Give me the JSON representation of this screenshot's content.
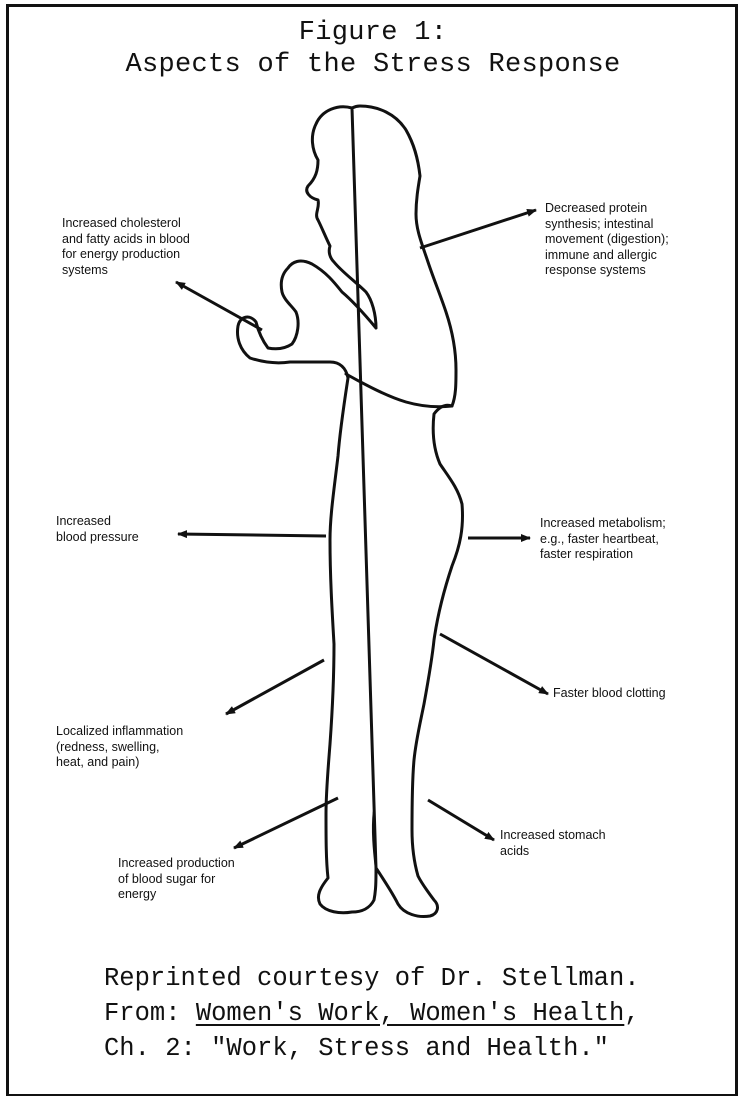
{
  "title": {
    "line1": "Figure 1:",
    "line2": "Aspects of the Stress Response"
  },
  "labels": {
    "cholesterol": "Increased cholesterol\nand fatty acids in blood\nfor energy production\nsystems",
    "protein": "Decreased protein\nsynthesis; intestinal\nmovement (digestion);\nimmune and allergic\nresponse systems",
    "blood_pressure": "Increased\nblood pressure",
    "metabolism": "Increased metabolism;\ne.g., faster heartbeat,\nfaster respiration",
    "clotting": "Faster blood clotting",
    "inflammation": "Localized inflammation\n(redness, swelling,\nheat, and pain)",
    "stomach": "Increased stomach\nacids",
    "blood_sugar": "Increased production\nof blood sugar for\nenergy"
  },
  "credit": {
    "line1": "Reprinted courtesy of Dr. Stellman.",
    "line2_prefix": "From: ",
    "line2_title": "Women's Work, Women's Health",
    "line2_suffix": ",",
    "line3": "Ch. 2: \"Work, Stress and Health.\""
  }
}
